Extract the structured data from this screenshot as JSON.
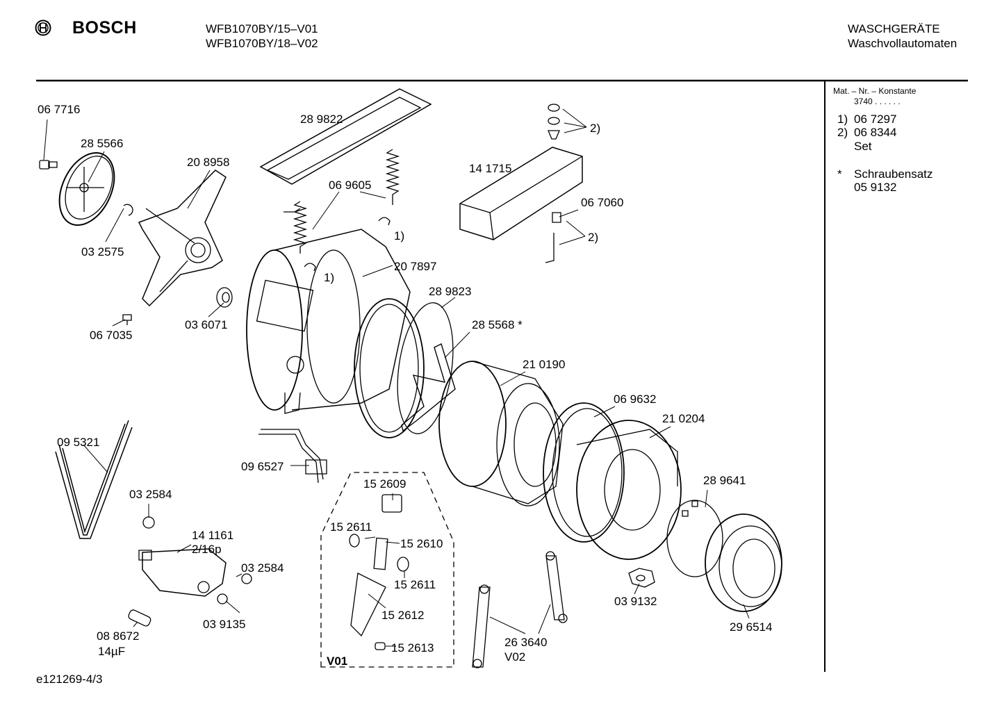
{
  "header": {
    "brand": "BOSCH",
    "models": [
      "WFB1070BY/15–V01",
      "WFB1070BY/18–V02"
    ],
    "category": "WASCHGERÄTE",
    "subcategory": "Waschvollautomaten"
  },
  "side_panel": {
    "heading": "Mat. – Nr. – Konstante",
    "constant": "3740  .  .  .  .  .  .",
    "notes": [
      {
        "marker": "1)",
        "text": "06 7297"
      },
      {
        "marker": "2)",
        "text": "06 8344"
      },
      {
        "marker": "",
        "text": "Set"
      },
      {
        "marker": "*",
        "text": "Schraubensatz"
      },
      {
        "marker": "",
        "text": "05 9132"
      }
    ]
  },
  "group_label": "V01",
  "footer": "e121269-4/3",
  "parts": [
    {
      "id": "06 7716"
    },
    {
      "id": "28 5566"
    },
    {
      "id": "20 8958"
    },
    {
      "id": "03 2575"
    },
    {
      "id": "06 7035"
    },
    {
      "id": "03 6071"
    },
    {
      "id": "28 9822"
    },
    {
      "id": "06 9605"
    },
    {
      "id": "1)"
    },
    {
      "id": "1)"
    },
    {
      "id": "20 7897"
    },
    {
      "id": "28 9823"
    },
    {
      "id": "28 5568 *"
    },
    {
      "id": "2)"
    },
    {
      "id": "14 1715"
    },
    {
      "id": "06 7060"
    },
    {
      "id": "2)"
    },
    {
      "id": "21 0190"
    },
    {
      "id": "06 9632"
    },
    {
      "id": "21 0204"
    },
    {
      "id": "28 9641"
    },
    {
      "id": "29 6514"
    },
    {
      "id": "03 9132"
    },
    {
      "id": "26 3640"
    },
    {
      "id": "V02"
    },
    {
      "id": "09 5321"
    },
    {
      "id": "09 6527"
    },
    {
      "id": "03 2584"
    },
    {
      "id": "14 1161"
    },
    {
      "id": "2/16p"
    },
    {
      "id": "03 2584"
    },
    {
      "id": "03 9135"
    },
    {
      "id": "08 8672"
    },
    {
      "id": "14µF"
    },
    {
      "id": "15 2609"
    },
    {
      "id": "15 2611"
    },
    {
      "id": "15 2610"
    },
    {
      "id": "15 2611"
    },
    {
      "id": "15 2612"
    },
    {
      "id": "15 2613"
    }
  ]
}
